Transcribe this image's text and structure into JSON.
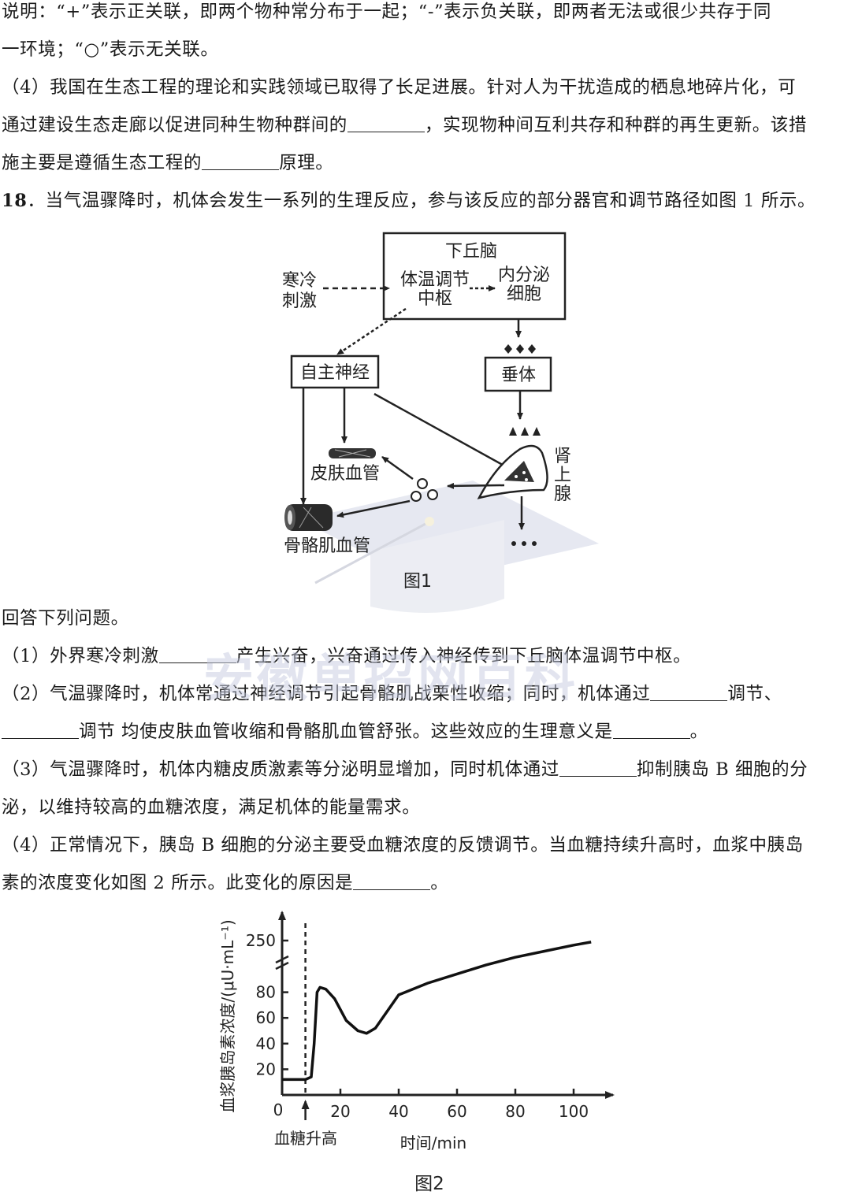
{
  "text": {
    "l1": "说明：“+”表示正关联，即两个物种常分布于一起；“-”表示负关联，即两者无法或很少共存于同",
    "l2": "一环境；“○”表示无关联。",
    "q4_a": "（4）我国在生态工程的理论和实践领域已取得了长足进展。针对人为干扰造成的栖息地碎片化，可",
    "q4_b1": "通过建设生态走廊以促进同种生物种群间的",
    "q4_b2": "，实现物种间互利共存和种群的再生更新。该措",
    "q4_c1": "施主要是遵循生态工程的",
    "q4_c2": "原理。",
    "q18_num": "18",
    "q18_text": "．当气温骤降时，机体会发生一系列的生理反应，参与该反应的部分器官和调节路径如图 1 所示。",
    "answer": "回答下列问题。",
    "s1_a": "（1）外界寒冷刺激",
    "s1_b": "产生兴奋，兴奋通过传入神经传到下丘脑体温调节中枢。",
    "s2_a": "（2）气温骤降时，机体常通过神经调节引起骨骼肌战栗性收缩；同时，机体通过",
    "s2_b": "调节、",
    "s2_c": "调节 均使皮肤血管收缩和骨骼肌血管舒张。这些效应的生理意义是",
    "s2_d": "。",
    "s3_a": "（3）气温骤降时，机体内糖皮质激素等分泌明显增加，同时机体通过",
    "s3_b": "抑制胰岛 B 细胞的分",
    "s3_c": "泌，以维持较高的血糖浓度，满足机体的能量需求。",
    "s4_a": "（4）正常情况下，胰岛 B 细胞的分泌主要受血糖浓度的反馈调节。当血糖持续升高时，血浆中胰岛",
    "s4_b": "素的浓度变化如图 2 所示。此变化的原因是",
    "s4_c": "。"
  },
  "figure1": {
    "caption": "图1",
    "hypothalamus": "下丘脑",
    "center_1": "体温调节",
    "center_2": "中枢",
    "endocrine_1": "内分泌",
    "endocrine_2": "细胞",
    "cold_1": "寒冷",
    "cold_2": "刺激",
    "autonomic": "自主神经",
    "pituitary": "垂体",
    "skin_vessel": "皮肤血管",
    "adrenal_1": "肾",
    "adrenal_2": "上",
    "adrenal_3": "腺",
    "skeletal_vessel": "骨骼肌血管"
  },
  "figure2": {
    "caption": "图2",
    "ylabel": "血浆胰岛素浓度/(μU·mL⁻¹)",
    "xlabel": "时间/min",
    "event_label": "血糖升高",
    "origin": "0",
    "x_ticks": [
      "20",
      "40",
      "60",
      "80",
      "100"
    ],
    "y_ticks": [
      "20",
      "40",
      "60",
      "80",
      "250"
    ]
  },
  "watermark": "安徽单招网百科",
  "chart_data": {
    "type": "line",
    "title": "",
    "xlabel": "时间/min",
    "ylabel": "血浆胰岛素浓度/(μU·mL⁻¹)",
    "xlim": [
      0,
      110
    ],
    "y_ticks_shown": [
      20,
      40,
      60,
      80,
      250
    ],
    "y_axis_break": "between 80 and 250",
    "annotation": "血糖升高 at t=8",
    "series": [
      {
        "x": [
          0,
          5,
          8,
          10,
          11,
          12,
          13,
          15,
          18,
          22,
          26,
          29,
          32,
          40,
          50,
          60,
          70,
          80,
          90,
          100,
          106
        ],
        "y": [
          12,
          12,
          12,
          14,
          40,
          80,
          96,
          90,
          75,
          58,
          50,
          48,
          52,
          78,
          110,
          140,
          170,
          195,
          215,
          235,
          245
        ]
      }
    ]
  }
}
